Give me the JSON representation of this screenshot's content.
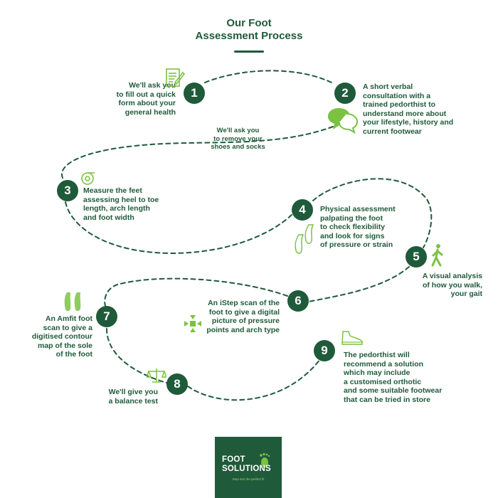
{
  "title": {
    "line1": "Our Foot",
    "line2": "Assessment Process"
  },
  "colors": {
    "primary": "#1f5a3a",
    "accent": "#7cc242"
  },
  "steps": [
    {
      "number": "1",
      "text": "We'll ask you\nto fill out a quick\nform about your\ngeneral health",
      "icon": "form-icon"
    },
    {
      "number": "2",
      "text": "A short verbal\nconsultation with a\ntrained pedorthist to\nunderstand more about\nyour lifestyle, history and\ncurrent footwear",
      "icon": "chat-icon"
    },
    {
      "number": "3",
      "text": "Measure the feet\nassessing heel to toe\nlength, arch length\nand foot width",
      "icon": "tape-measure-icon"
    },
    {
      "number": "4",
      "text": "Physical assessment\npalpating the foot\nto check flexibility\nand look for signs\nof pressure or strain",
      "icon": "feet-outline-icon"
    },
    {
      "number": "5",
      "text": "A visual analysis\nof how you walk,\nyour gait",
      "icon": "walking-person-icon"
    },
    {
      "number": "6",
      "text": "An iStep scan of the\nfoot to give a digital\npicture of pressure\npoints and arch type",
      "icon": "scan-arrows-icon"
    },
    {
      "number": "7",
      "text": "An Amfit foot\nscan to give a\ndigitised contour\nmap of the sole\nof the foot",
      "icon": "footprints-icon"
    },
    {
      "number": "8",
      "text": "We'll give you\na balance test",
      "icon": "scales-icon"
    },
    {
      "number": "9",
      "text": "The pedorthist will\nrecommend a solution\nwhich may include\na customised orthotic\nand some suitable footwear\nthat can be tried in store",
      "icon": "shoe-icon"
    }
  ],
  "note": "We'll ask you\nto remove your\nshoes and socks",
  "logo": {
    "line1": "FOOT",
    "line2": "SOLUTIONS",
    "tagline": "Step into the perfect fit"
  }
}
